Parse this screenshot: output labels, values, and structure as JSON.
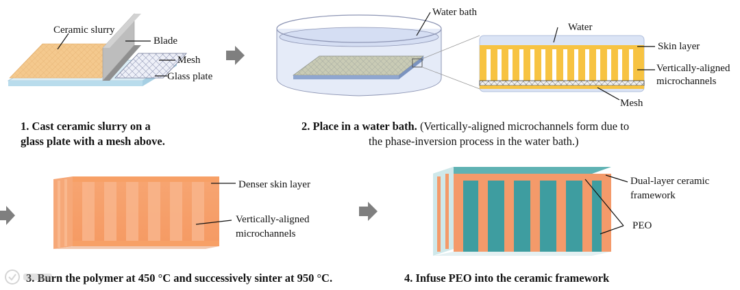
{
  "step1": {
    "labels": {
      "ceramic_slurry": "Ceramic slurry",
      "blade": "Blade",
      "mesh": "Mesh",
      "glass_plate": "Glass plate"
    },
    "caption_line1": "1. Cast ceramic slurry on a",
    "caption_line2": "glass plate with a mesh above."
  },
  "step2": {
    "labels": {
      "water_bath": "Water bath",
      "water": "Water",
      "skin_layer": "Skin layer",
      "vam_line1": "Vertically-aligned",
      "vam_line2": "microchannels",
      "mesh": "Mesh"
    },
    "caption_bold": "2. Place in a water bath.",
    "caption_rest": " (Vertically-aligned microchannels form due to",
    "caption_line2": "the phase-inversion process in the water bath.)"
  },
  "step3": {
    "labels": {
      "denser_skin": "Denser skin layer",
      "vam_line1": "Vertically-aligned",
      "vam_line2": "microchannels"
    },
    "caption": "3. Burn the polymer at 450 °C and successively sinter at 950 °C."
  },
  "step4": {
    "labels": {
      "dual_line1": "Dual-layer ceramic",
      "dual_line2": "framework",
      "peo": "PEO"
    },
    "caption": "4. Infuse PEO into the ceramic framework"
  },
  "colors": {
    "slurry": "#f4c98e",
    "glass": "#cfe6f2",
    "mesh_fill": "#e9ecf6",
    "blade": "#a9a9a9",
    "water": "#dbe4f5",
    "channel": "#f7c342",
    "sintered": "#f49a6a",
    "peo": "#3e9da0",
    "arrow": "#7f7f7f"
  },
  "icons": [
    "process-arrow-icon",
    "watermark-logo-icon"
  ]
}
